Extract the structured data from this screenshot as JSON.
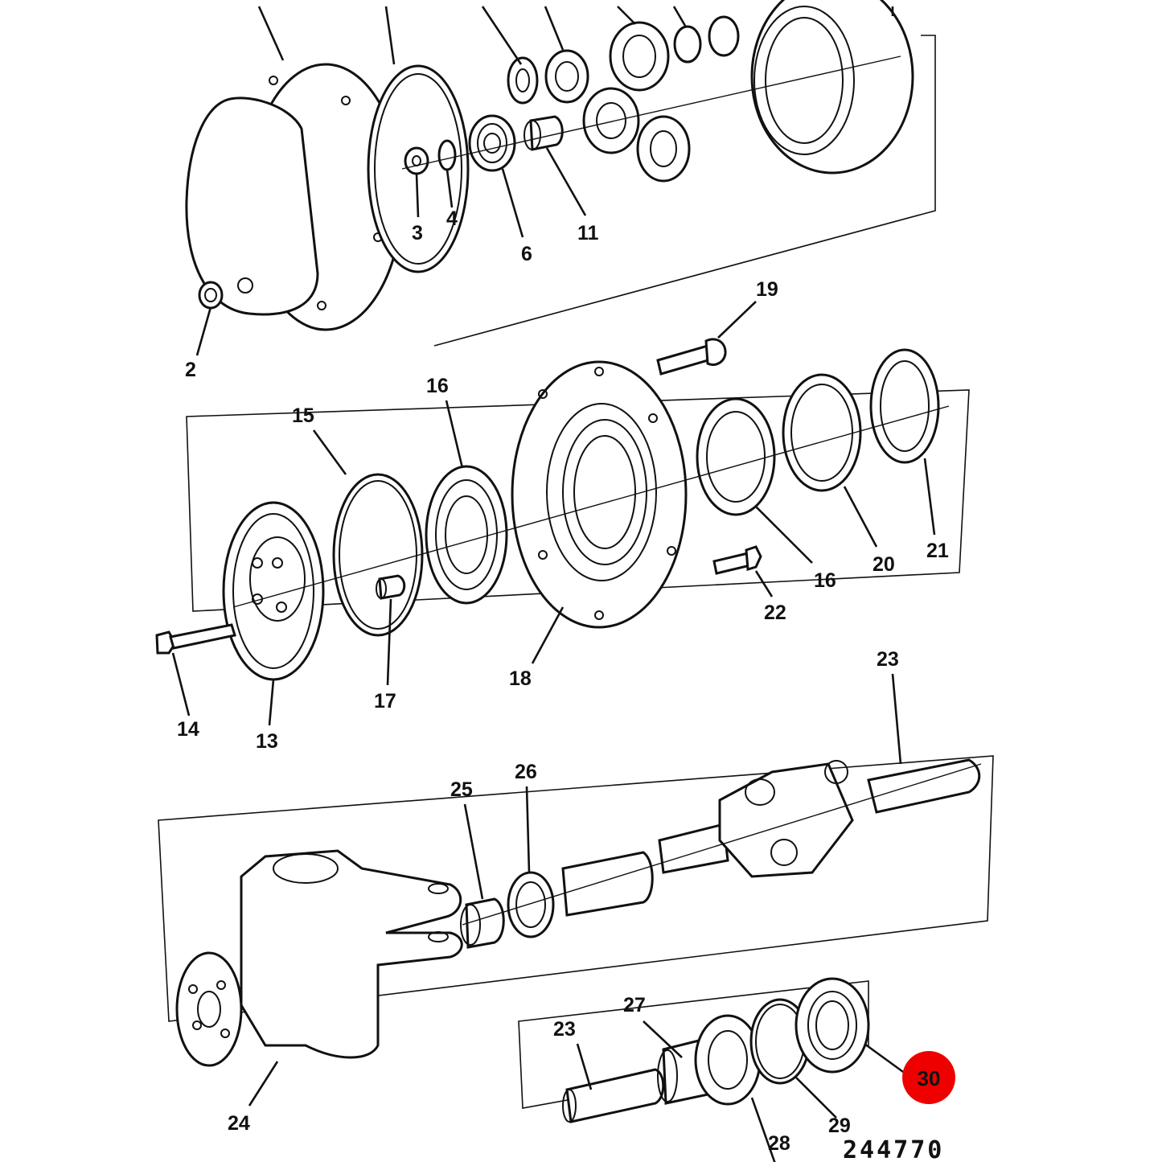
{
  "diagram": {
    "reference_number": "244770",
    "highlight_color": "#ee0000",
    "highlighted_part": "30",
    "callouts": [
      {
        "id": "c2",
        "label": "2"
      },
      {
        "id": "c3",
        "label": "3"
      },
      {
        "id": "c4",
        "label": "4"
      },
      {
        "id": "c6",
        "label": "6"
      },
      {
        "id": "c11",
        "label": "11"
      },
      {
        "id": "c19",
        "label": "19"
      },
      {
        "id": "c16a",
        "label": "16"
      },
      {
        "id": "c15",
        "label": "15"
      },
      {
        "id": "c13",
        "label": "13"
      },
      {
        "id": "c14",
        "label": "14"
      },
      {
        "id": "c17",
        "label": "17"
      },
      {
        "id": "c18",
        "label": "18"
      },
      {
        "id": "c16b",
        "label": "16"
      },
      {
        "id": "c20",
        "label": "20"
      },
      {
        "id": "c21",
        "label": "21"
      },
      {
        "id": "c22",
        "label": "22"
      },
      {
        "id": "c23a",
        "label": "23"
      },
      {
        "id": "c25",
        "label": "25"
      },
      {
        "id": "c26",
        "label": "26"
      },
      {
        "id": "c24",
        "label": "24"
      },
      {
        "id": "c23b",
        "label": "23"
      },
      {
        "id": "c27",
        "label": "27"
      },
      {
        "id": "c28",
        "label": "28"
      },
      {
        "id": "c29",
        "label": "29"
      },
      {
        "id": "c30",
        "label": "30"
      }
    ]
  }
}
